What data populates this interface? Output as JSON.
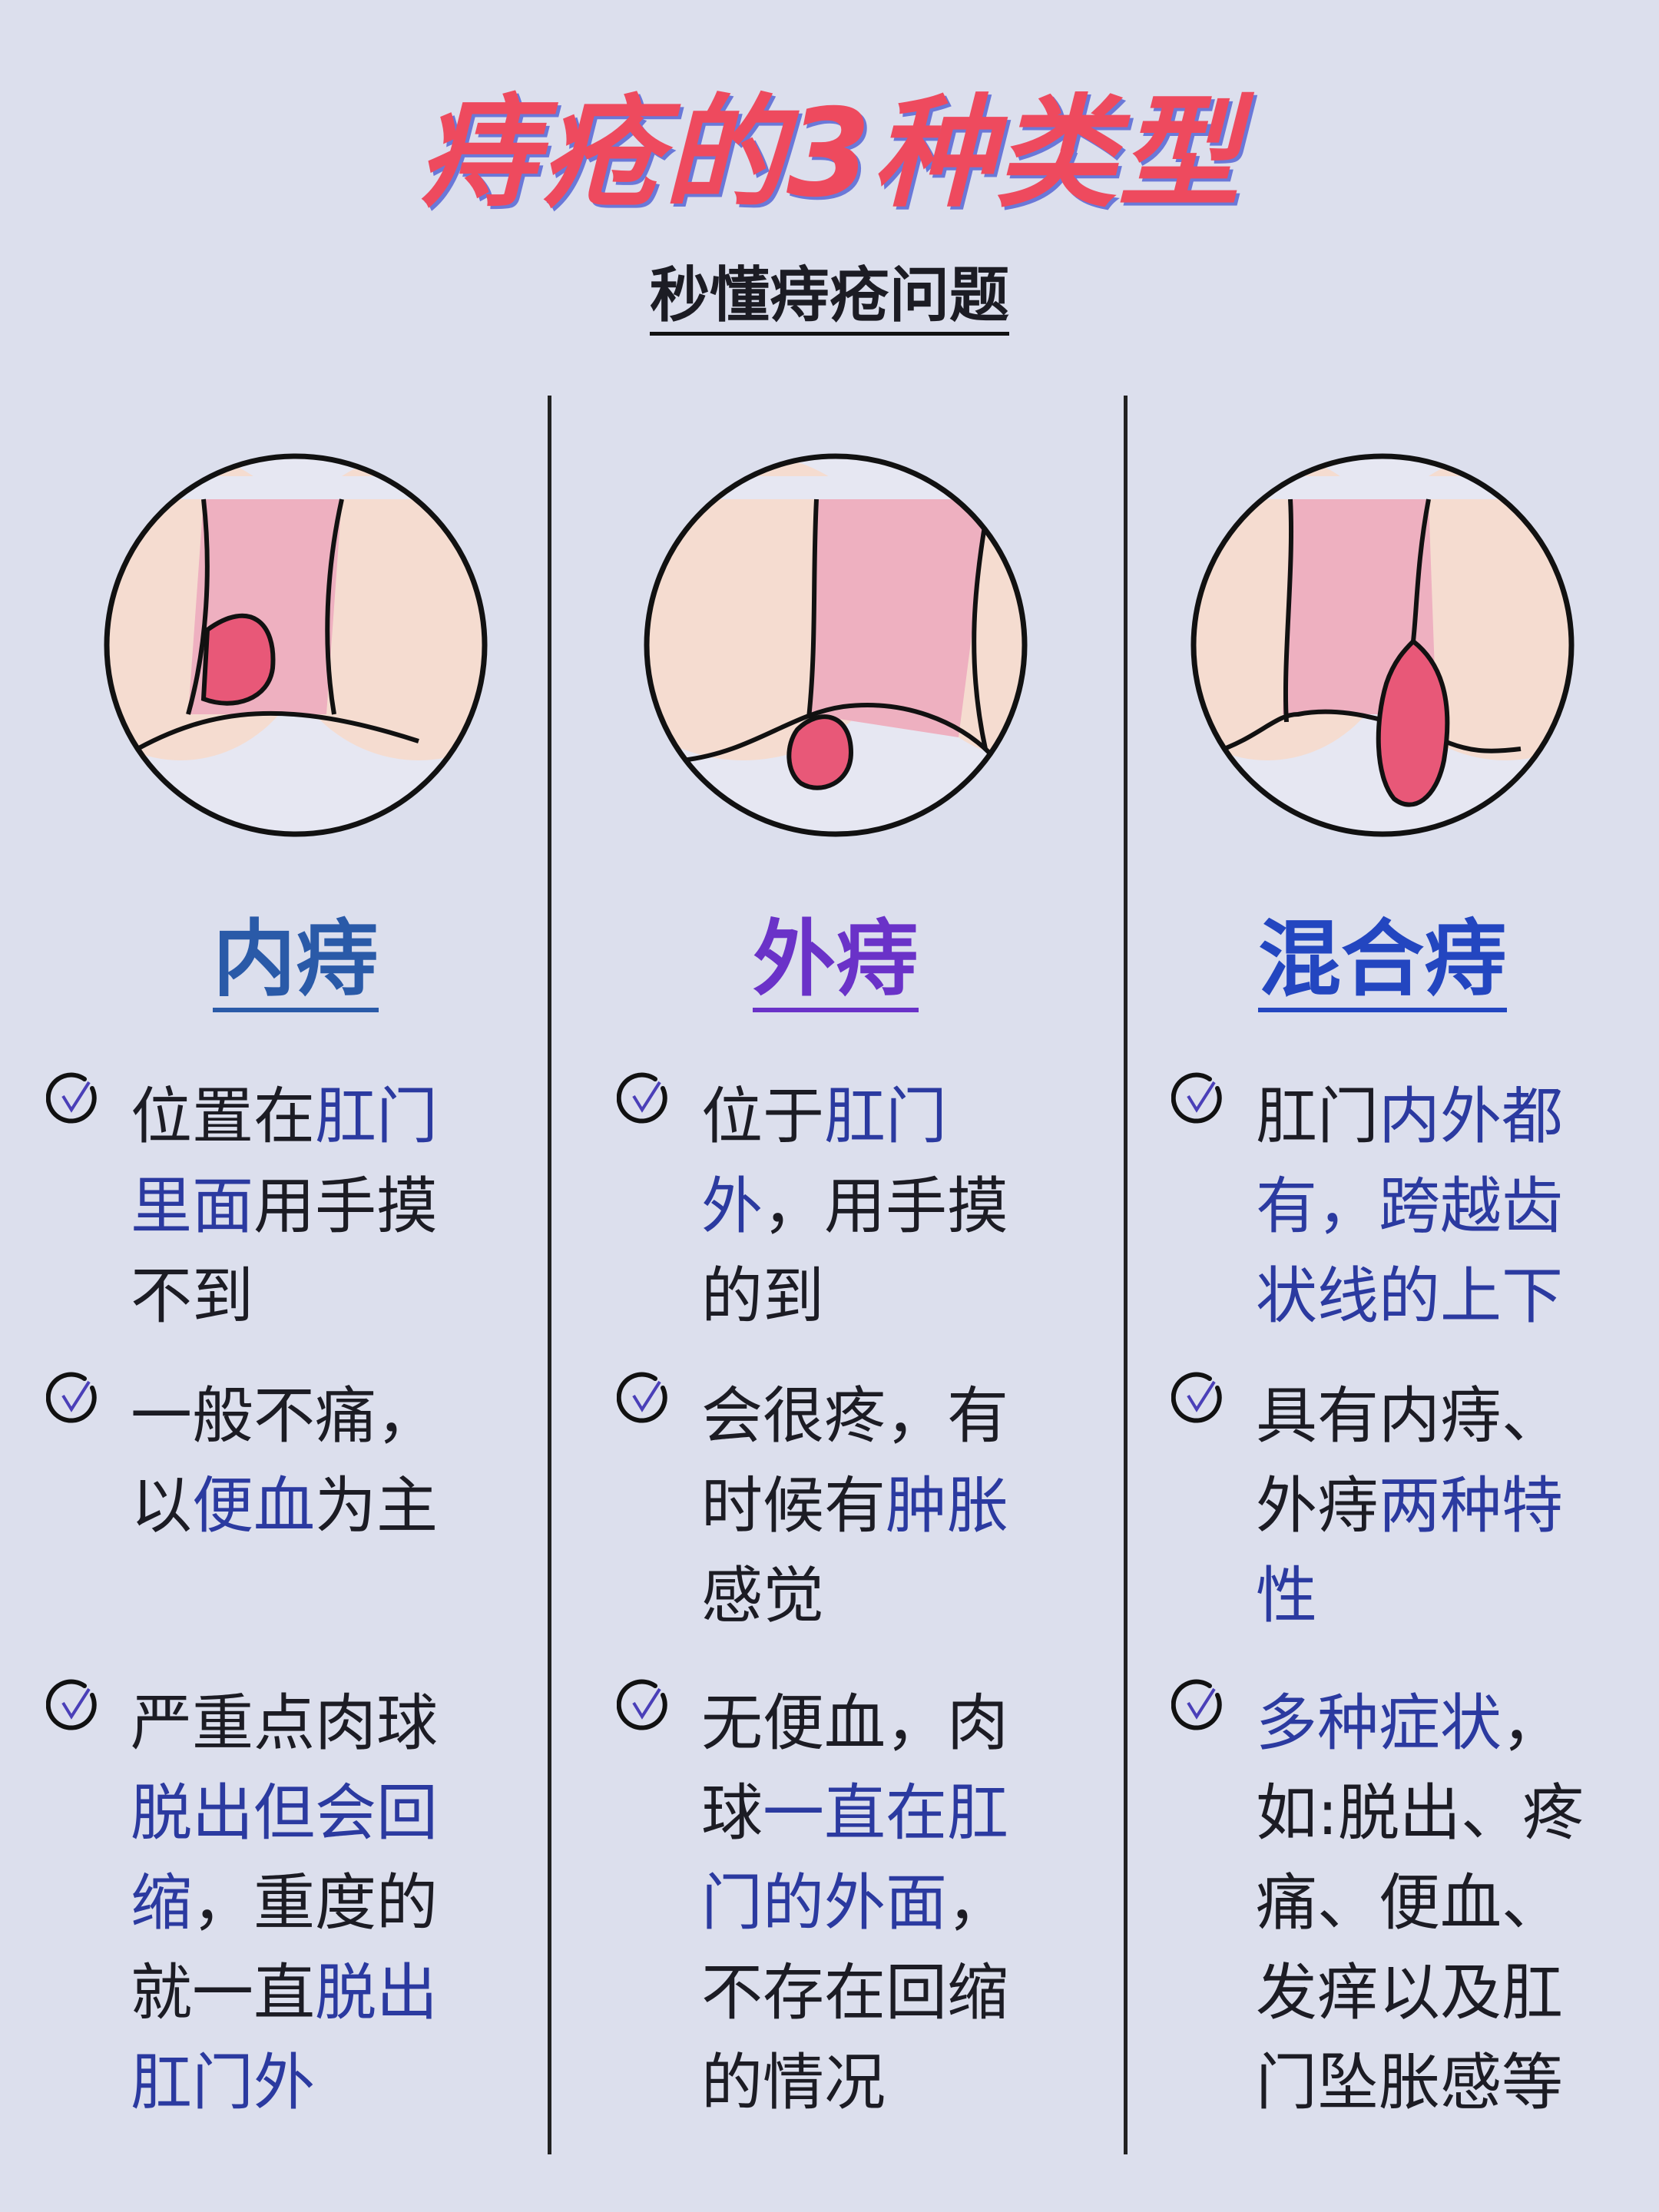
{
  "title": "痔疮的3种类型",
  "subtitle": "秒懂痔疮问题",
  "colors": {
    "background": "#dcdfed",
    "title": "#ee4a5e",
    "title_shadow": "#6a78d8",
    "highlight": "#2b3aa0",
    "skin": "#f5dcd0",
    "canal": "#eeb0c0",
    "lump": "#e85878"
  },
  "columns": [
    {
      "heading": "内痔",
      "heading_color": "#2a5aa8",
      "illustration": "internal-hemorrhoid",
      "bullets": [
        [
          [
            [
              "位置在",
              0
            ],
            [
              "肛门",
              1
            ]
          ],
          [
            [
              "里面",
              1
            ],
            [
              "用手摸",
              0
            ]
          ],
          [
            [
              "不到",
              0
            ]
          ]
        ],
        [
          [
            [
              "一般不痛，",
              0
            ]
          ],
          [
            [
              "以",
              0
            ],
            [
              "便血",
              1
            ],
            [
              "为主",
              0
            ]
          ]
        ],
        [
          [
            [
              "严重点肉球",
              0
            ]
          ],
          [
            [
              "脱出但会回",
              1
            ]
          ],
          [
            [
              "缩",
              1
            ],
            [
              "，重度的",
              0
            ]
          ],
          [
            [
              "就一直",
              0
            ],
            [
              "脱出",
              1
            ]
          ],
          [
            [
              "肛门外",
              1
            ]
          ]
        ]
      ]
    },
    {
      "heading": "外痔",
      "heading_color": "#6a32c8",
      "illustration": "external-hemorrhoid",
      "bullets": [
        [
          [
            [
              "位于",
              0
            ],
            [
              "肛门",
              1
            ]
          ],
          [
            [
              "外",
              1
            ],
            [
              "，用手摸",
              0
            ]
          ],
          [
            [
              "的到",
              0
            ]
          ]
        ],
        [
          [
            [
              "会很疼，有",
              0
            ]
          ],
          [
            [
              "时候有",
              0
            ],
            [
              "肿胀",
              1
            ]
          ],
          [
            [
              "感觉",
              0
            ]
          ]
        ],
        [
          [
            [
              "无便血，肉",
              0
            ]
          ],
          [
            [
              "球",
              0
            ],
            [
              "一直在肛",
              1
            ]
          ],
          [
            [
              "门的外面",
              1
            ],
            [
              "，",
              0
            ]
          ],
          [
            [
              "不存在回缩",
              0
            ]
          ],
          [
            [
              "的情况",
              0
            ]
          ]
        ]
      ]
    },
    {
      "heading": "混合痔",
      "heading_color": "#2346c0",
      "illustration": "mixed-hemorrhoid",
      "bullets": [
        [
          [
            [
              "肛门",
              0
            ],
            [
              "内外都",
              1
            ]
          ],
          [
            [
              "有，跨越齿",
              1
            ]
          ],
          [
            [
              "状线的上下",
              1
            ]
          ]
        ],
        [
          [
            [
              "具有内痔、",
              0
            ]
          ],
          [
            [
              "外痔",
              0
            ],
            [
              "两种特",
              1
            ]
          ],
          [
            [
              "性",
              1
            ]
          ]
        ],
        [
          [
            [
              "多种症状",
              1
            ],
            [
              "，",
              0
            ]
          ],
          [
            [
              "如:脱出、疼",
              0
            ]
          ],
          [
            [
              "痛、便血、",
              0
            ]
          ],
          [
            [
              "发痒以及肛",
              0
            ]
          ],
          [
            [
              "门坠胀感等",
              0
            ]
          ]
        ]
      ]
    }
  ]
}
